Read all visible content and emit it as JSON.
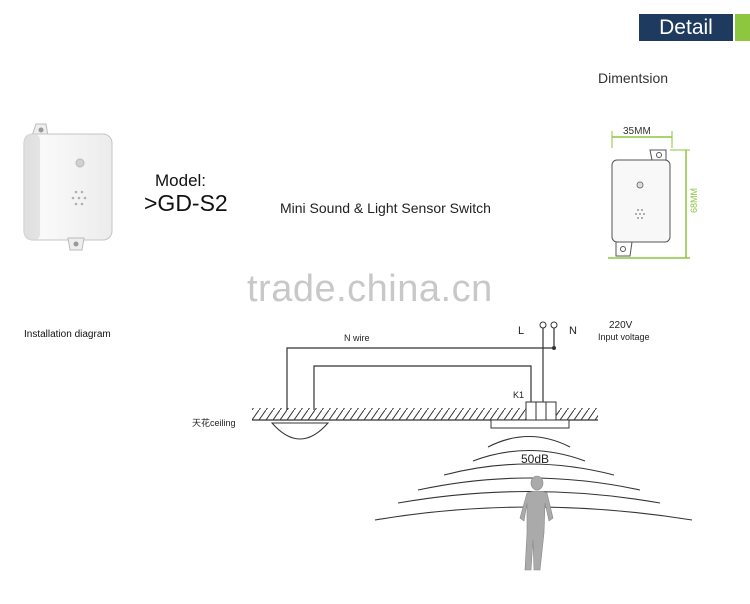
{
  "header": {
    "detail_label": "Detail",
    "accent_color": "#8dc63f",
    "tab_color": "#1e3a5f"
  },
  "dimension": {
    "title": "Dimentsion",
    "width_label": "35MM",
    "height_label": "68MM",
    "dim_color": "#8dc63f"
  },
  "product": {
    "model_label": "Model:",
    "model_value": ">GD-S2",
    "name": "Mini Sound & Light Sensor Switch"
  },
  "watermark": "trade.china.cn",
  "installation": {
    "title": "Installation diagram",
    "n_wire": "N wire",
    "L": "L",
    "N": "N",
    "voltage_value": "220V",
    "voltage_label": "Input voltage",
    "k1": "K1",
    "ceiling": "天花ceiling",
    "sound_level": "50dB"
  }
}
